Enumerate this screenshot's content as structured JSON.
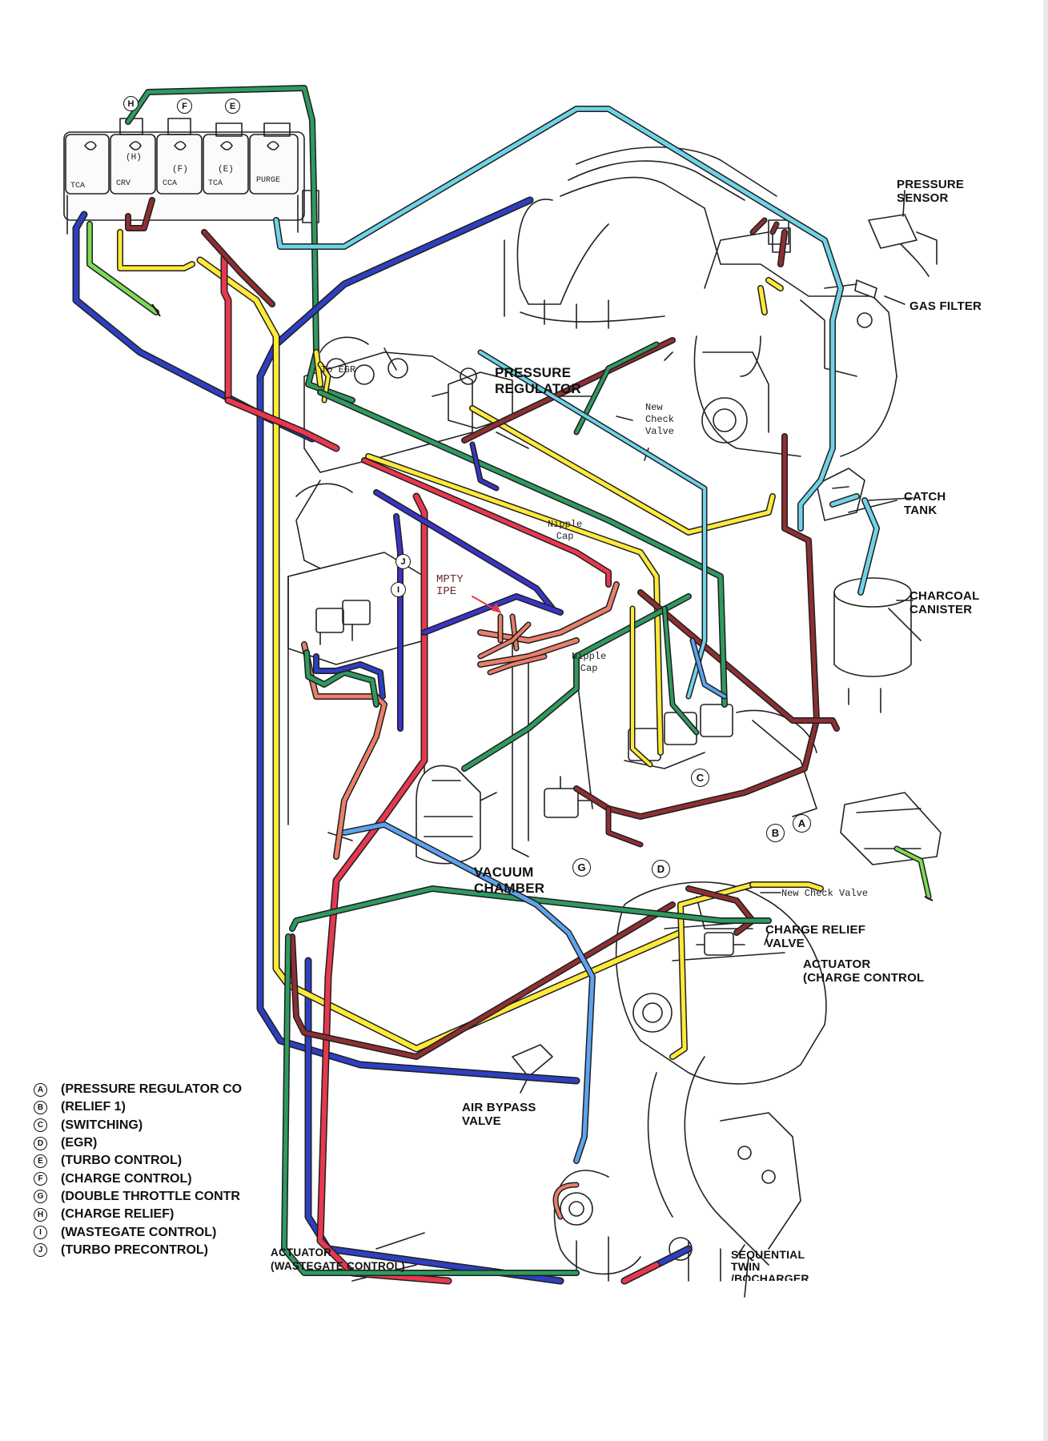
{
  "colors": {
    "green": "#2f9a5f",
    "light_green": "#7ed957",
    "yellow": "#ffe93b",
    "red": "#e8384f",
    "dark_red": "#8e2f33",
    "blue": "#2e3fbf",
    "light_blue": "#5da3f0",
    "cyan": "#6fd3e8",
    "salmon": "#ea7f6a",
    "brown": "#7a3b2e",
    "line_art": "#222222"
  },
  "valve_bank": {
    "top_keys": [
      "H",
      "F",
      "E"
    ],
    "solenoid_tags": [
      "TCA",
      "CRV",
      "CCA",
      "TCA",
      "PURGE"
    ],
    "solenoid_letters": [
      "",
      "(H)",
      "(F)",
      "(E)",
      ""
    ]
  },
  "labels": {
    "pressure_sensor": "PRESSURE\nSENSOR",
    "gas_filter": "GAS FILTER",
    "pressure_regulator": "PRESSURE\nREGULATOR",
    "to_egr": "To EGR",
    "new_check_valve_top": "New\nCheck\nValve",
    "catch_tank": "CATCH\nTANK",
    "charcoal_canister": "CHARCOAL\nCANISTER",
    "nipple_cap_1": "Nipple\nCap",
    "nipple_cap_2": "Nipple\nCap",
    "empty_pipe": "MPTY\nIPE",
    "vacuum_chamber": "VACUUM\nCHAMBER",
    "new_check_valve_bottom": "New Check Valve",
    "charge_relief_valve": "CHARGE RELIEF\nVALVE",
    "actuator_charge": "ACTUATOR\n(CHARGE CONTROL",
    "air_bypass_valve": "AIR BYPASS\nVALVE",
    "actuator_wastegate": "ACTUATOR\n(WASTEGATE CONTROL)",
    "sequential_twin": "SEQUENTIAL\nTWIN\n/BOCHARGER"
  },
  "port_keys": {
    "I": "I",
    "J": "J",
    "C": "C",
    "B": "B",
    "A": "A",
    "G": "G",
    "D": "D"
  },
  "legend": [
    {
      "key": "A",
      "text": "(PRESSURE REGULATOR CO"
    },
    {
      "key": "B",
      "text": "(RELIEF 1)"
    },
    {
      "key": "C",
      "text": "(SWITCHING)"
    },
    {
      "key": "D",
      "text": "(EGR)"
    },
    {
      "key": "E",
      "text": "(TURBO CONTROL)"
    },
    {
      "key": "F",
      "text": "(CHARGE CONTROL)"
    },
    {
      "key": "G",
      "text": "(DOUBLE THROTTLE CONTR"
    },
    {
      "key": "H",
      "text": "(CHARGE RELIEF)"
    },
    {
      "key": "I",
      "text": "(WASTEGATE CONTROL)"
    },
    {
      "key": "J",
      "text": "(TURBO PRECONTROL)"
    }
  ]
}
